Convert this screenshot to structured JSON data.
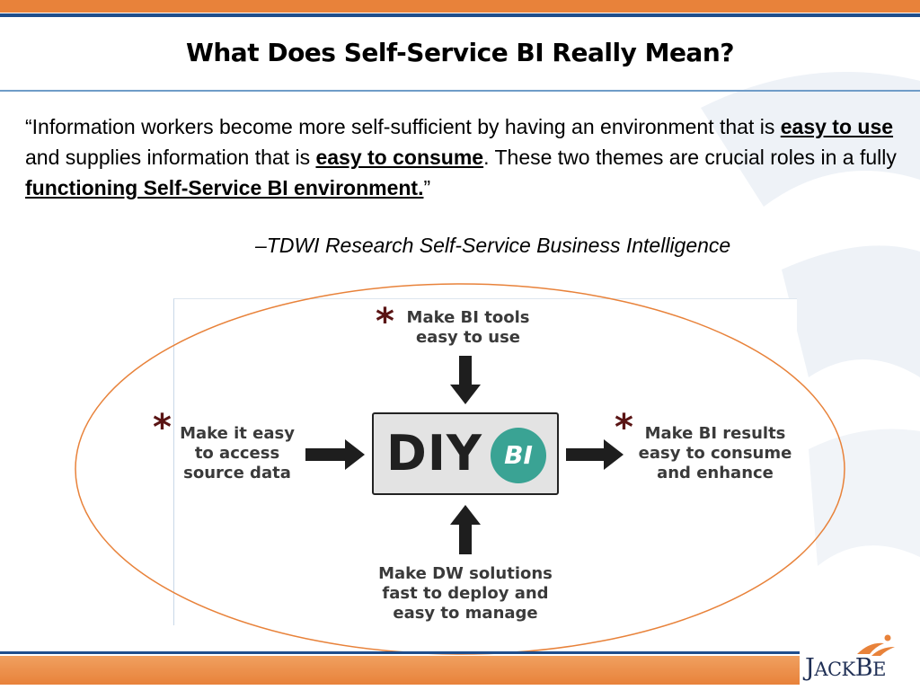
{
  "slide": {
    "title": "What Does Self-Service BI Really Mean?",
    "quote": {
      "p1": "“Information workers become more self-sufficient by having an environment that is ",
      "b1": "easy to use ",
      "p2": "and supplies information that is ",
      "b2": "easy to consume",
      "p3": ". These two themes are crucial roles in a fully ",
      "b3": "functioning Self-Service BI environment.",
      "p4": "”"
    },
    "attribution": "–TDWI Research Self-Service Business Intelligence"
  },
  "diagram": {
    "top_text": [
      "Make BI tools",
      "easy to use"
    ],
    "left_text": [
      "Make it easy",
      "to access",
      "source data"
    ],
    "right_text": [
      "Make BI results",
      "easy to consume",
      "and enhance"
    ],
    "bottom_text": [
      "Make DW solutions",
      "fast to deploy and",
      "easy to manage"
    ],
    "center_diy": "DIY",
    "center_bi": "BI",
    "star": "*"
  },
  "logo": {
    "j": "J",
    "ack": "ACK",
    "b": "B",
    "e": "E"
  },
  "colors": {
    "orange": "#e8823a",
    "blue": "#1f4e8c",
    "ellipse": "#e8823a",
    "bi_teal": "#3aa394",
    "star": "#5a1414"
  }
}
